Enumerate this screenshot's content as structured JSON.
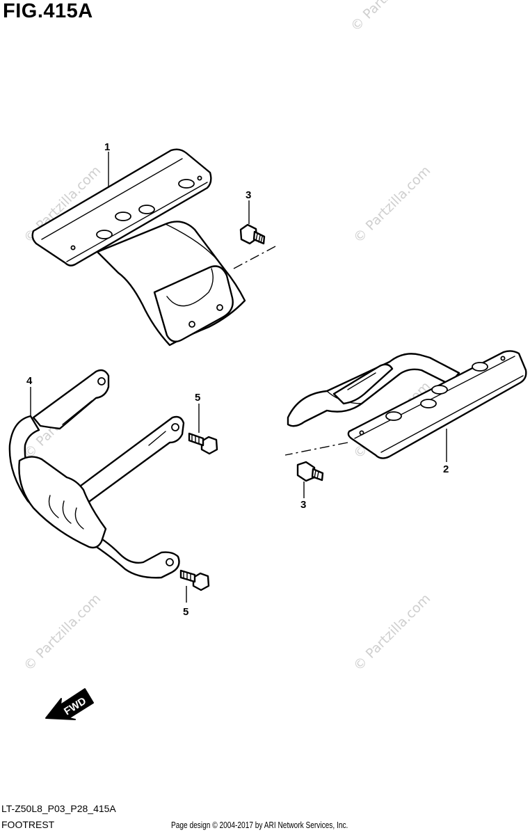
{
  "figure": {
    "title": "FIG.415A",
    "model_code": "LT-Z50L8_P03_P28_415A",
    "section_name": "FOOTREST",
    "copyright": "Page design © 2004-2017 by ARI Network Services, Inc."
  },
  "watermark": {
    "text": "© Partzilla.com",
    "color": "#cfcfcf"
  },
  "direction_arrow": {
    "label": "FWD"
  },
  "callouts": [
    {
      "number": "1",
      "part": "left footrest bracket"
    },
    {
      "number": "2",
      "part": "right footrest bracket"
    },
    {
      "number": "3",
      "part": "bolt"
    },
    {
      "number": "3",
      "part": "bolt"
    },
    {
      "number": "4",
      "part": "front guard"
    },
    {
      "number": "5",
      "part": "bolt"
    },
    {
      "number": "5",
      "part": "bolt"
    }
  ]
}
